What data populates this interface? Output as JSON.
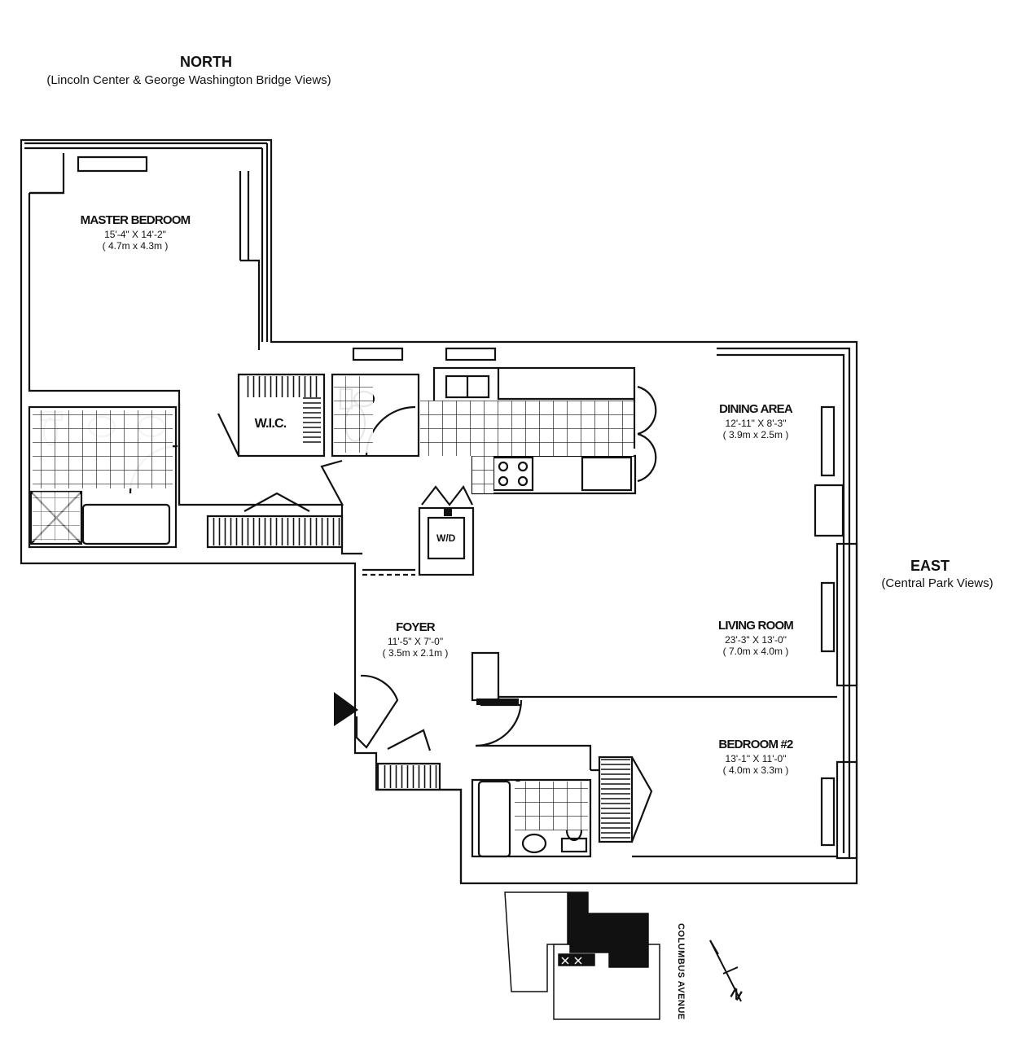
{
  "orientation": {
    "north_title": "NORTH",
    "north_views": "(Lincoln Center & George Washington Bridge Views)",
    "east_title": "EAST",
    "east_views": "(Central Park Views)"
  },
  "rooms": [
    {
      "id": "master-bedroom",
      "name": "MASTER BEDROOM",
      "dims": "15'-4\" X 14'-2\"",
      "metric": "( 4.7m x 4.3m )"
    },
    {
      "id": "dining-area",
      "name": "DINING AREA",
      "dims": "12'-11\" X 8'-3\"",
      "metric": "( 3.9m x 2.5m )"
    },
    {
      "id": "living-room",
      "name": "LIVING ROOM",
      "dims": "23'-3\" X 13'-0\"",
      "metric": "( 7.0m x 4.0m )"
    },
    {
      "id": "foyer",
      "name": "FOYER",
      "dims": "11'-5\" X 7'-0\"",
      "metric": "( 3.5m x 2.1m )"
    },
    {
      "id": "bedroom-2",
      "name": "BEDROOM #2",
      "dims": "13'-1\" X 11'-0\"",
      "metric": "( 4.0m x 3.3m )"
    }
  ],
  "labels": {
    "wic": "W.I.C.",
    "wd": "W/D",
    "street": "COLUMBUS AVENUE",
    "north_arrow": "N"
  },
  "colors": {
    "ink": "#111111",
    "background": "#ffffff"
  }
}
